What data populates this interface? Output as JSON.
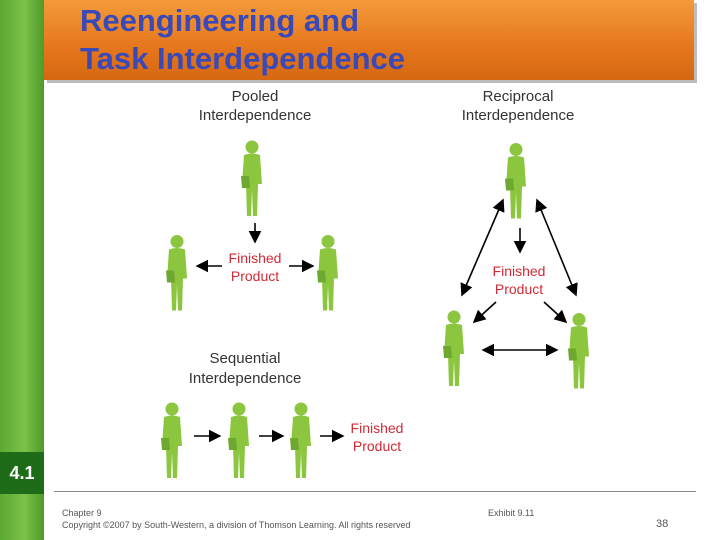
{
  "slide": {
    "title_line1": "Reengineering and",
    "title_line2": "Task Interdependence",
    "badge": "4.1"
  },
  "diagram": {
    "pooled": {
      "label_line1": "Pooled",
      "label_line2": "Interdependence",
      "product_line1": "Finished",
      "product_line2": "Product"
    },
    "reciprocal": {
      "label_line1": "Reciprocal",
      "label_line2": "Interdependence",
      "product_line1": "Finished",
      "product_line2": "Product"
    },
    "sequential": {
      "label_line1": "Sequential",
      "label_line2": "Interdependence",
      "product_line1": "Finished",
      "product_line2": "Product"
    }
  },
  "footer": {
    "chapter": "Chapter 9",
    "copyright": "Copyright ©2007 by South-Western, a division of Thomson Learning. All rights reserved",
    "exhibit": "Exhibit 9.11",
    "page": "38"
  },
  "colors": {
    "accent_orange": "#e5761c",
    "title_blue": "#3a49b8",
    "figure_green": "#8cc63f",
    "badge_green": "#1e6b18",
    "product_red": "#d12a36"
  }
}
